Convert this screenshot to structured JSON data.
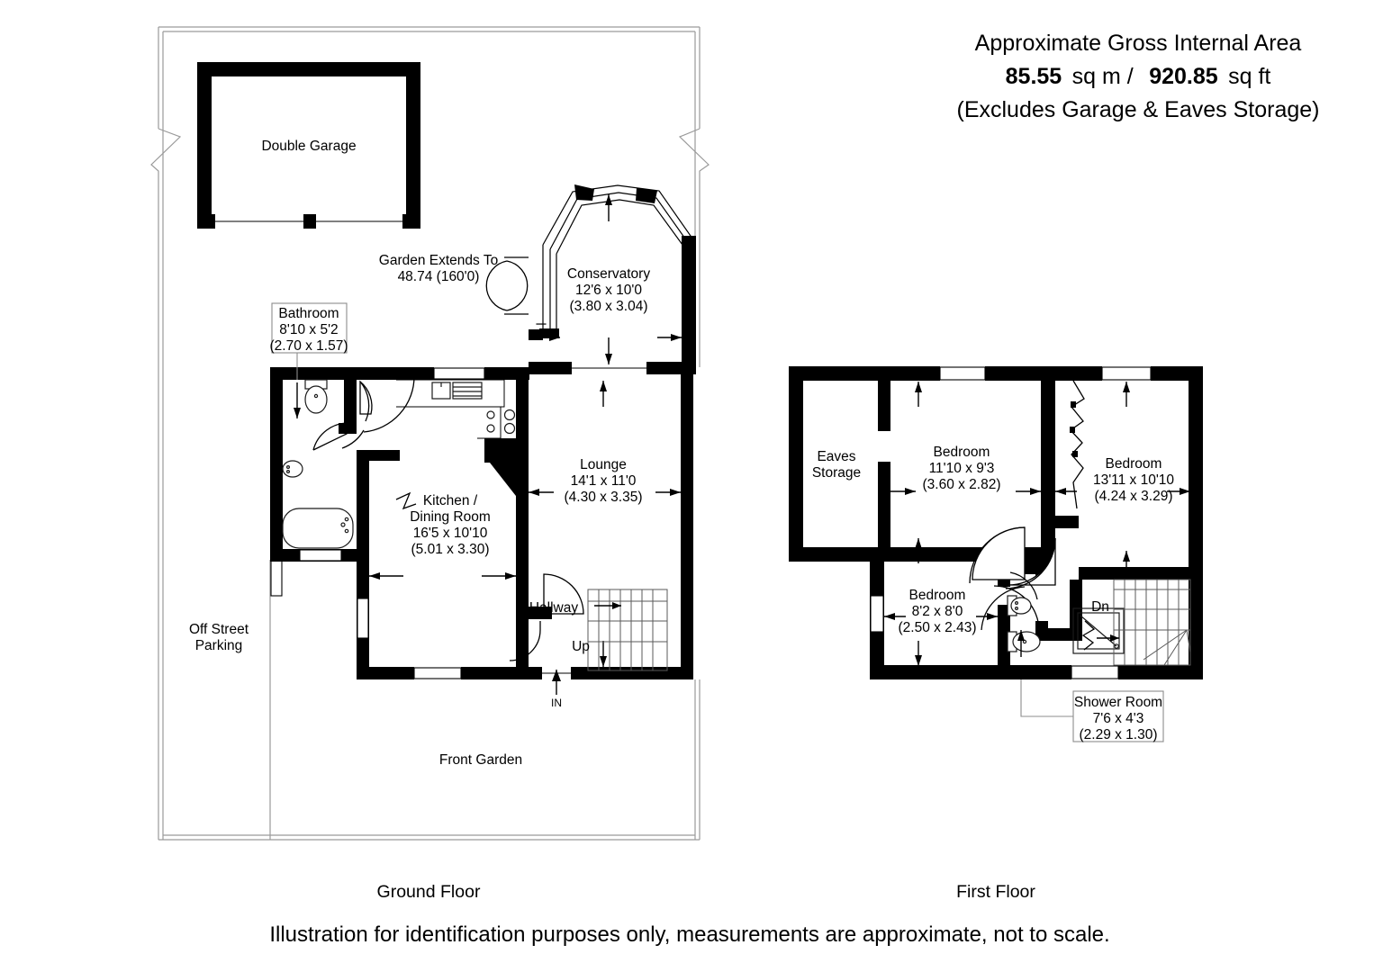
{
  "header": {
    "line1": "Approximate Gross Internal Area",
    "area_sqm_value": "85.55",
    "area_sqm_unit": "sq m /",
    "area_sqft_value": "920.85",
    "area_sqft_unit": "sq ft",
    "line3": "(Excludes Garage & Eaves Storage)"
  },
  "footer": {
    "ground_floor_title": "Ground Floor",
    "first_floor_title": "First Floor",
    "disclaimer": "Illustration for identification purposes only, measurements are approximate, not to scale."
  },
  "ground_floor": {
    "garage": {
      "name": "Double Garage"
    },
    "garden_note": {
      "line1": "Garden Extends To",
      "line2": "48.74 (160'0)"
    },
    "bathroom": {
      "name": "Bathroom",
      "imperial": "8'10 x 5'2",
      "metric": "(2.70 x 1.57)"
    },
    "conservatory": {
      "name": "Conservatory",
      "imperial": "12'6 x 10'0",
      "metric": "(3.80 x 3.04)"
    },
    "lounge": {
      "name": "Lounge",
      "imperial": "14'1 x 11'0",
      "metric": "(4.30 x 3.35)"
    },
    "kitchen": {
      "name_line1": "Kitchen /",
      "name_line2": "Dining Room",
      "imperial": "16'5 x 10'10",
      "metric": "(5.01 x 3.30)"
    },
    "hallway": {
      "name": "Hallway"
    },
    "stairs_up": {
      "label": "Up"
    },
    "entrance": {
      "label": "IN"
    },
    "parking": {
      "line1": "Off Street",
      "line2": "Parking"
    },
    "front_garden": {
      "name": "Front Garden"
    }
  },
  "first_floor": {
    "eaves": {
      "line1": "Eaves",
      "line2": "Storage"
    },
    "bedroom1": {
      "name": "Bedroom",
      "imperial": "11'10 x 9'3",
      "metric": "(3.60 x 2.82)"
    },
    "bedroom2": {
      "name": "Bedroom",
      "imperial": "13'11 x 10'10",
      "metric": "(4.24 x 3.29)"
    },
    "bedroom3": {
      "name": "Bedroom",
      "imperial": "8'2 x 8'0",
      "metric": "(2.50 x 2.43)"
    },
    "shower_room": {
      "name": "Shower Room",
      "imperial": "7'6 x 4'3",
      "metric": "(2.29 x 1.30)"
    },
    "stairs_down": {
      "label": "Dn"
    }
  },
  "colors": {
    "wall": "#000000",
    "background": "#ffffff",
    "plot_boundary": "#9a9a9a",
    "stair_line": "#5a5a5a"
  }
}
